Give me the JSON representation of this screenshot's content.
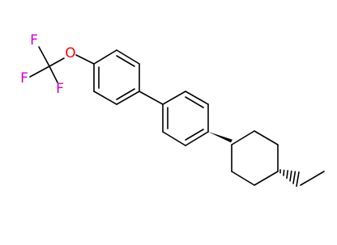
{
  "molecule": {
    "atoms": {
      "oxygen": {
        "label": "O",
        "color": "#ff0000"
      },
      "fluorine_1": {
        "label": "F",
        "color": "#cc00cc"
      },
      "fluorine_2": {
        "label": "F",
        "color": "#cc00cc"
      },
      "fluorine_3": {
        "label": "F",
        "color": "#cc00cc"
      }
    },
    "bond_color": "#000000"
  }
}
